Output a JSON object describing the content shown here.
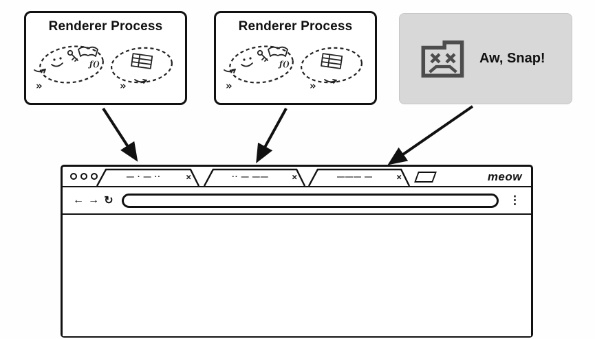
{
  "boxes": {
    "renderer1": {
      "title": "Renderer Process"
    },
    "renderer2": {
      "title": "Renderer Process"
    },
    "crash": {
      "title": "Aw, Snap!"
    }
  },
  "doodle": {
    "fn_label": "ƒ()",
    "chevrons": "»"
  },
  "browser": {
    "wordmark": "meow",
    "tabs": [
      {
        "scribble": "— · — ··",
        "close": "×"
      },
      {
        "scribble": "·· — ——",
        "close": "×"
      },
      {
        "scribble": "——— —",
        "close": "×"
      }
    ],
    "toolbar": {
      "back": "←",
      "forward": "→",
      "reload": "↻",
      "menu": "⋮"
    },
    "address_value": ""
  },
  "colors": {
    "ink": "#111111",
    "crash_bg": "#d8d8d8",
    "icon_gray": "#4d4d4d"
  }
}
